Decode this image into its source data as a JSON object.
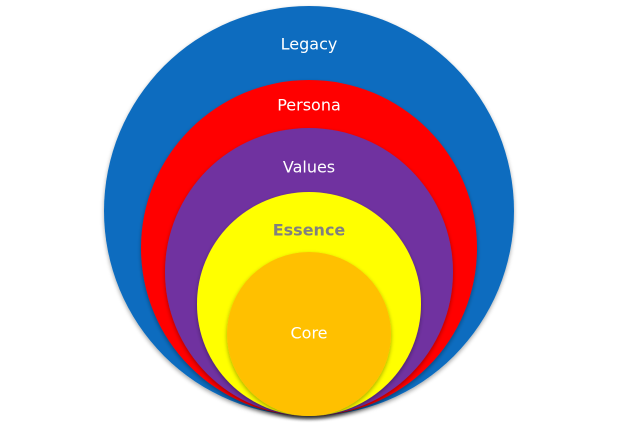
{
  "diagram": {
    "rings": [
      {
        "label": "Legacy",
        "fill": "#0a6cbf",
        "text_color": "#ffffff"
      },
      {
        "label": "Persona",
        "fill": "#ff0000",
        "text_color": "#ffffff"
      },
      {
        "label": "Values",
        "fill": "#7030a0",
        "text_color": "#ffffff"
      },
      {
        "label": "Essence",
        "fill": "#ffff00",
        "text_color": "#808080"
      },
      {
        "label": "Core",
        "fill": "#ffc000",
        "text_color": "#ffffff"
      }
    ]
  }
}
